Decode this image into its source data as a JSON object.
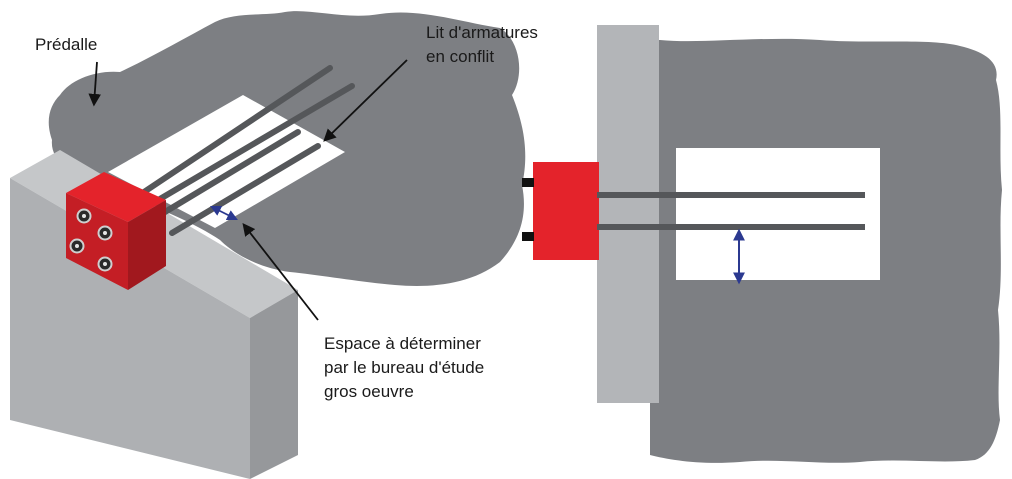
{
  "labels": {
    "predalle": "Prédalle",
    "lit_line1": "Lit d'armatures",
    "lit_line2": "en conflit",
    "espace_line1": "Espace à déterminer",
    "espace_line2": "par le bureau d'étude",
    "espace_line3": "gros oeuvre"
  },
  "colors": {
    "slab": "#7d7f83",
    "wall_front": "#aeb0b3",
    "wall_top": "#c5c7c9",
    "wall_side": "#96989b",
    "box_red": "#e4232b",
    "box_red_dark": "#b01b21",
    "bar": "#55575a",
    "dimension_arrow": "#2b3990"
  }
}
